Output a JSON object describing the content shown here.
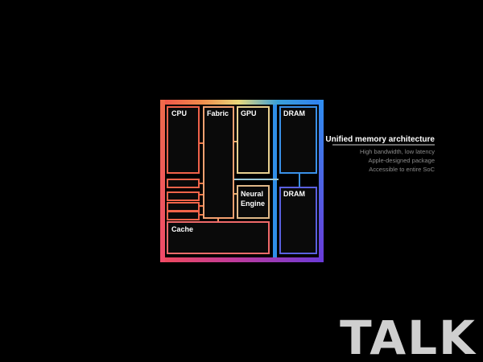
{
  "diagram": {
    "blocks": {
      "cpu": "CPU",
      "fabric": "Fabric",
      "gpu": "GPU",
      "dram_top": "DRAM",
      "neural_engine": [
        "Neural",
        "Engine"
      ],
      "dram_bottom": "DRAM",
      "cache": "Cache"
    }
  },
  "caption": {
    "title": "Unified memory architecture",
    "lines": [
      "High bandwidth, low latency",
      "Apple-designed package",
      "Accessible to entire SoC"
    ]
  },
  "watermark": {
    "text": "TALK"
  },
  "colors": {
    "background": "#000000",
    "block_fill": "#0a0a0a",
    "gradient_red": "#f0524a",
    "gradient_orange": "#f08a4a",
    "gradient_yellow": "#e8d87a",
    "gradient_teal": "#3aa0d8",
    "gradient_blue": "#2f7ef0",
    "gradient_magenta": "#b83ab8",
    "gradient_purple": "#6a3ad8"
  }
}
